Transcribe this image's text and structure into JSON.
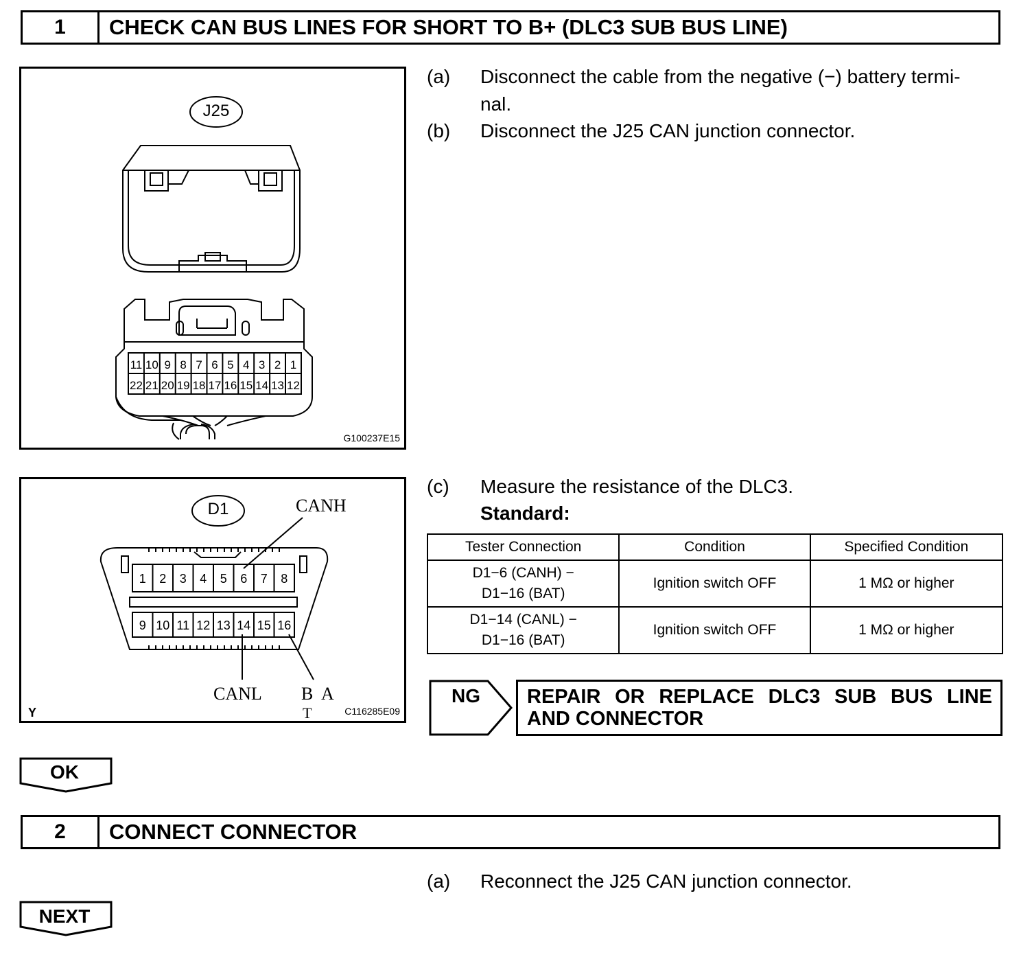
{
  "step1": {
    "number": "1",
    "title": "CHECK CAN BUS LINES FOR SHORT TO B+ (DLC3 SUB BUS LINE)"
  },
  "figure1": {
    "connector_label": "J25",
    "pins_top": [
      "11",
      "10",
      "9",
      "8",
      "7",
      "6",
      "5",
      "4",
      "3",
      "2",
      "1"
    ],
    "pins_bottom": [
      "22",
      "21",
      "20",
      "19",
      "18",
      "17",
      "16",
      "15",
      "14",
      "13",
      "12"
    ],
    "code": "G100237E15"
  },
  "figure2": {
    "connector_label": "D1",
    "pins_top": [
      "1",
      "2",
      "3",
      "4",
      "5",
      "6",
      "7",
      "8"
    ],
    "pins_bottom": [
      "9",
      "10",
      "11",
      "12",
      "13",
      "14",
      "15",
      "16"
    ],
    "canh": "CANH",
    "canl": "CANL",
    "bat_b": "B",
    "bat_a": "A",
    "bat_t": "T",
    "corner": "Y",
    "code": "C116285E09"
  },
  "instructions1": [
    {
      "label": "(a)",
      "line1": "Disconnect the cable from the negative (−) battery termi-",
      "line2": "nal."
    },
    {
      "label": "(b)",
      "line1": "Disconnect the J25 CAN junction connector."
    }
  ],
  "instruction_c": {
    "label": "(c)",
    "text": "Measure the resistance of the DLC3.",
    "standard": "Standard:"
  },
  "spec_table": {
    "headers": [
      "Tester Connection",
      "Condition",
      "Specified Condition"
    ],
    "rows": [
      {
        "conn1": "D1−6 (CANH) −",
        "conn2": "D1−16 (BAT)",
        "condition": "Ignition switch OFF",
        "spec": "1 MΩ or higher"
      },
      {
        "conn1": "D1−14 (CANL) −",
        "conn2": "D1−16 (BAT)",
        "condition": "Ignition switch OFF",
        "spec": "1 MΩ or higher"
      }
    ]
  },
  "ng": {
    "label": "NG",
    "line1": "REPAIR OR REPLACE DLC3 SUB BUS LINE",
    "line2": "AND CONNECTOR"
  },
  "ok_label": "OK",
  "step2": {
    "number": "2",
    "title": "CONNECT CONNECTOR"
  },
  "instruction2": {
    "label": "(a)",
    "text": "Reconnect the J25 CAN junction connector."
  },
  "next_label": "NEXT"
}
